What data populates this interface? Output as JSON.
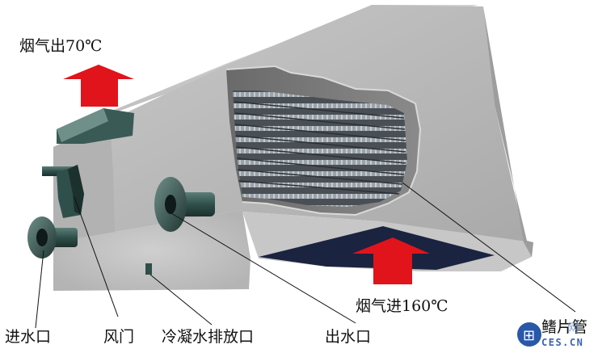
{
  "labels": {
    "flue_gas_out": "烟气出70℃",
    "flue_gas_in": "烟气进160℃",
    "water_inlet": "进水口",
    "damper": "风门",
    "condensate_drain": "冷凝水排放口",
    "water_outlet": "出水口",
    "finned_tubes": "鳍片管"
  },
  "watermark": {
    "text": "网",
    "url": "CES.CN"
  },
  "colors": {
    "casing": "#b9b9b9",
    "arrow": "#e0141a",
    "pipe": "#2f4f4a",
    "fin": "#8e959c"
  }
}
